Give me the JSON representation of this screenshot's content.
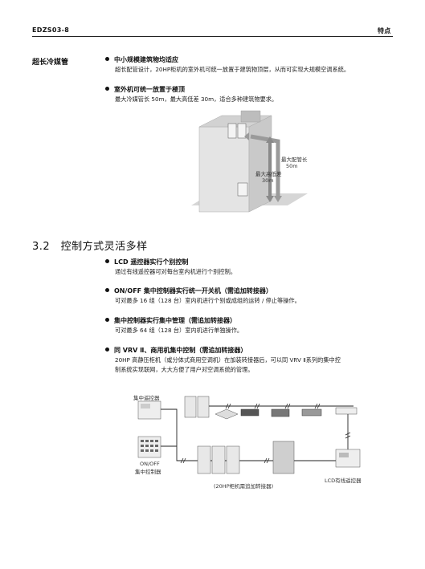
{
  "header": {
    "doc_code": "EDZS03-8",
    "section": "特点"
  },
  "sec1": {
    "side_label": "超长冷媒管",
    "bullets": [
      {
        "title": "中小规模建筑物均适应",
        "desc": [
          "超长配管设计，20HP柜机的室外机可统一放置于建筑物顶层，从而可实现大规模空调系统。"
        ]
      },
      {
        "title": "室外机可统一放置于楼顶",
        "desc": [
          "最大冷媒管长 50m，最大高低差 30m，适合多种建筑物要求。"
        ]
      }
    ],
    "diagram": {
      "pipe_length_label": "最大配管长",
      "pipe_length_value": "50m",
      "height_diff_label": "最大高低差",
      "height_diff_value": "30m"
    }
  },
  "sec2": {
    "title": "3.2　控制方式灵活多样",
    "bullets": [
      {
        "title": "LCD 遥控器实行个别控制",
        "desc": [
          "通过有线遥控器可对每台室内机进行个别控制。"
        ]
      },
      {
        "title": "ON/OFF 集中控制器实行统一开关机（需追加转接器）",
        "desc": [
          "可对最多 16 组（128 台）室内机进行个别或成组的运转 / 停止等操作。"
        ]
      },
      {
        "title": "集中控制器实行集中管理（需追加转接器）",
        "desc": [
          "可对最多 64 组（128 台）室内机进行单独操作。"
        ]
      },
      {
        "title": "同 VRV Ⅱ、商用机集中控制（需追加转接器）",
        "desc": [
          "20HP 高静压柜机（或分体式商用空调机）在加装转接器后，可以同 VRV Ⅱ系列的集中控",
          "制系统实现联网，大大方便了用户对空调系统的管理。"
        ]
      }
    ],
    "diagram": {
      "central_remote": "集中遥控器",
      "onoff_label_1": "ON/OFF",
      "onoff_label_2": "集中控制器",
      "cabinet_note": "(20HP柜机需追加转接器)",
      "lcd_remote": "LCD有线遥控器"
    }
  }
}
